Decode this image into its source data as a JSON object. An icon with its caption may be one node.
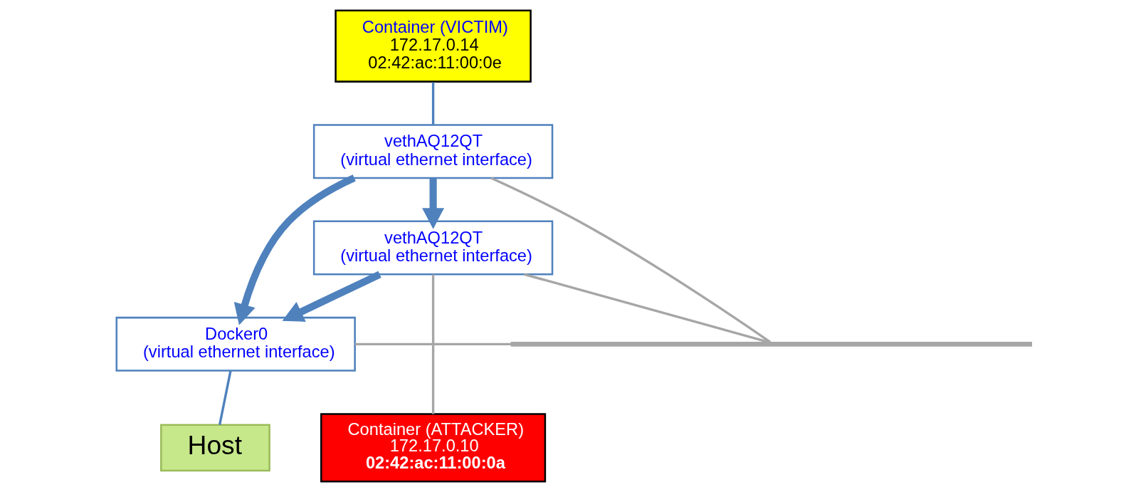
{
  "diagram": {
    "nodes": [
      {
        "text": [
          "Container (VICTIM)",
          "172.17.0.14",
          "02:42:ac:11:00:0e"
        ]
      },
      {
        "text": [
          "vethAQ12QT",
          "(virtual ethernet interface)"
        ]
      },
      {
        "text": [
          "Docker0",
          "(virtual ethernet interface)"
        ]
      },
      {
        "text": [],
        "shape": "bar"
      },
      {
        "text": [
          "vethAQ12QT",
          "(virtual ethernet interface)"
        ]
      },
      {
        "text": [
          "Host"
        ]
      },
      {
        "text": [
          "Container (ATTACKER)",
          "172.17.0.10",
          "02:42:ac:11:00:0a"
        ]
      }
    ],
    "edges": [
      {
        "from": 0,
        "to": 1,
        "arrow": "none",
        "color": "#4f81bd"
      },
      {
        "from": 1,
        "to": 3,
        "arrow": "none"
      },
      {
        "from": 2,
        "to": 3,
        "arrow": "none"
      },
      {
        "from": 4,
        "to": 3,
        "arrow": "none"
      },
      {
        "from": 2,
        "to": 5,
        "arrow": "none",
        "color": "#4f81bd"
      },
      {
        "from": 4,
        "to": 6,
        "arrow": "none"
      },
      {
        "from": 1,
        "to": 2,
        "arrow": "to",
        "style": "thick",
        "color": "#4f81bd"
      },
      {
        "from": 1,
        "to": 4,
        "arrow": "to",
        "style": "thick",
        "color": "#4f81bd"
      },
      {
        "from": 4,
        "to": 2,
        "arrow": "to",
        "style": "thick",
        "color": "#4f81bd"
      }
    ]
  }
}
